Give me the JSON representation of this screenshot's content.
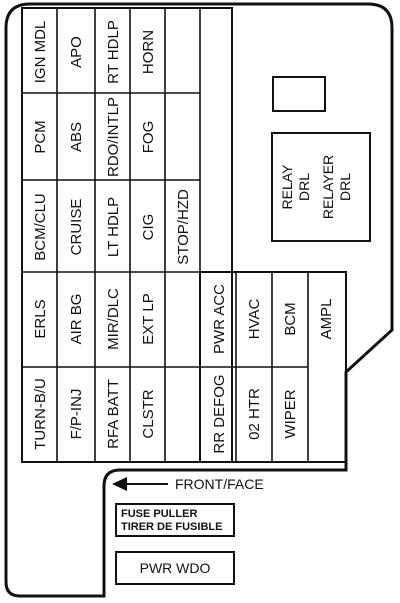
{
  "fuse_block": {
    "grid_top": {
      "row1": [
        "IGN MDL",
        "APO",
        "RT HDLP",
        "HORN"
      ],
      "row2": [
        "PCM",
        "ABS",
        "RDO/INTLP",
        "FOG"
      ],
      "row3": [
        "BCM/CLU",
        "CRUISE",
        "LT HDLP",
        "CIG",
        "STOP/HZD"
      ],
      "row4": [
        "ERLS",
        "AIR BG",
        "MIR/DLC",
        "EXT LP"
      ],
      "row5": [
        "TURN-B/U",
        "F/P-INJ",
        "RFA BATT",
        "CLSTR"
      ]
    },
    "right_column": {
      "row4": [
        "PWR ACC",
        "HVAC",
        "BCM",
        "AMPL"
      ],
      "row5": [
        "RR DEFOG",
        "02 HTR",
        "WIPER"
      ]
    },
    "relay": {
      "line1": "RELAY",
      "line2": "DRL",
      "line3": "RELAYER",
      "line4": "DRL"
    },
    "direction_label": "FRONT/FACE",
    "fuse_puller": {
      "line1": "FUSE PULLER",
      "line2": "TIRER DE FUSIBLE"
    },
    "pwr_wdo": "PWR WDO"
  }
}
